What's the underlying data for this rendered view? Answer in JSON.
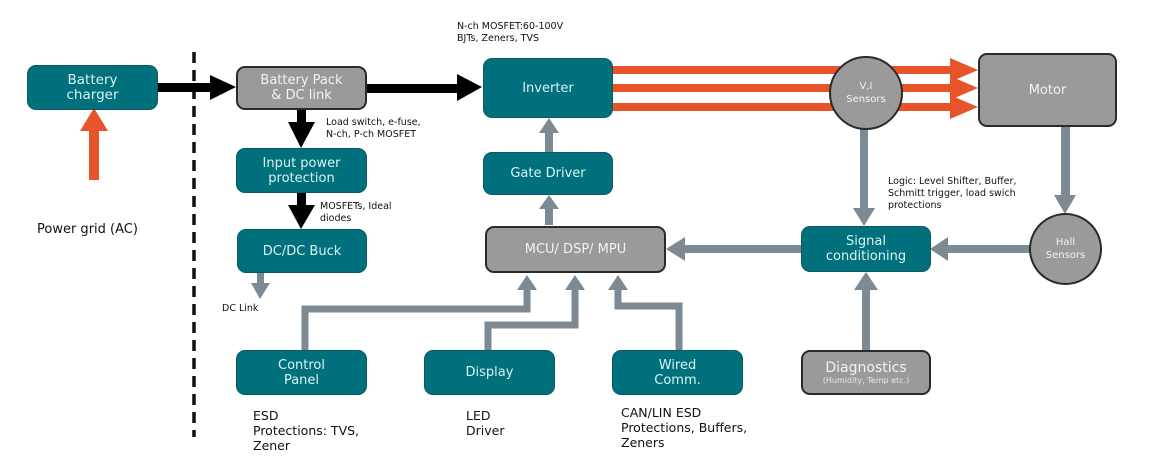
{
  "colors": {
    "teal_block": "#00707d",
    "gray_block": "#9a9a9a",
    "power_arrow": "#000000",
    "signal_arrow": "#7e8a93",
    "motor_phase": "#e8542a",
    "grid_arrow": "#e8542a"
  },
  "blocks": {
    "battery_charger": "Battery\ncharger",
    "battery_pack": "Battery Pack\n& DC link",
    "input_protection": "Input power\nprotection",
    "dcdc_buck": "DC/DC Buck",
    "inverter": "Inverter",
    "gate_driver": "Gate Driver",
    "mcu": "MCU/ DSP/ MPU",
    "motor": "Motor",
    "vi_sensors": "V,I\nSensors",
    "hall_sensors": "Hall\nSensors",
    "signal_conditioning": "Signal\nconditioning",
    "diagnostics": "Diagnostics",
    "diagnostics_sub": "(Humidity, Temp etc.)",
    "control_panel": "Control\nPanel",
    "display": "Display",
    "wired_comm": "Wired\nComm."
  },
  "notes": {
    "power_grid": "Power grid (AC)",
    "inverter_parts": "N-ch MOSFET:60-100V\nBJTs, Zeners, TVS",
    "load_switch": "Load switch, e-fuse,\nN-ch, P-ch MOSFET",
    "mosfets_diodes": "MOSFETs, Ideal\ndiodes",
    "dc_link": "DC Link",
    "logic": "Logic: Level Shifter, Buffer,\nSchmitt trigger, load swich\nprotections",
    "control_panel_parts": "ESD\nProtections: TVS,\nZener",
    "display_parts": "LED\nDriver",
    "wired_comm_parts": "CAN/LIN ESD\nProtections, Buffers,\nZeners"
  }
}
